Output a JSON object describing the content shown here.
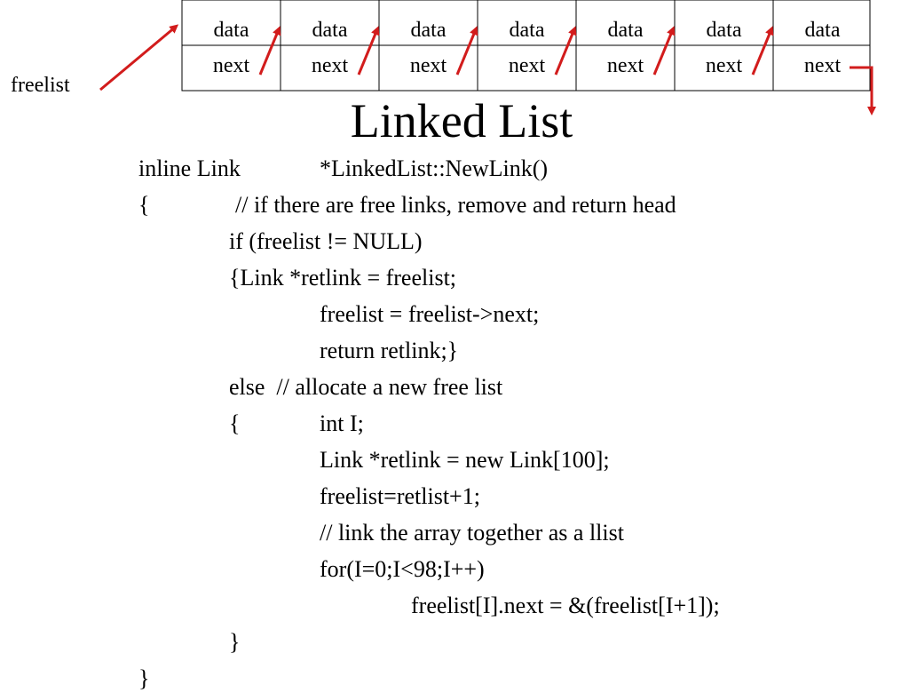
{
  "freelist_label": "freelist",
  "nodes": [
    {
      "data": "data",
      "next": "next"
    },
    {
      "data": "data",
      "next": "next"
    },
    {
      "data": "data",
      "next": "next"
    },
    {
      "data": "data",
      "next": "next"
    },
    {
      "data": "data",
      "next": "next"
    },
    {
      "data": "data",
      "next": "next"
    },
    {
      "data": "data",
      "next": "next"
    }
  ],
  "title": "Linked List",
  "code": [
    {
      "text": "inline Link"
    },
    {
      "text": "*LinkedList::NewLink()"
    },
    {
      "text": "{"
    },
    {
      "text": "// if there are free links, remove and return head"
    },
    {
      "text": "if (freelist != NULL)"
    },
    {
      "text": "{Link *retlink = freelist;"
    },
    {
      "text": "freelist = freelist->next;"
    },
    {
      "text": "return retlink;}"
    },
    {
      "text": "else  // allocate a new free list"
    },
    {
      "text": "{"
    },
    {
      "text": "int I;"
    },
    {
      "text": "Link *retlink = new Link[100];"
    },
    {
      "text": "freelist=retlist+1;"
    },
    {
      "text": "// link the array together as a llist"
    },
    {
      "text": "for(I=0;I<98;I++)"
    },
    {
      "text": "freelist[I].next = &(freelist[I+1]);"
    },
    {
      "text": "}"
    },
    {
      "text": "}"
    }
  ],
  "colors": {
    "arrow": "#d21c1c",
    "border": "#000000",
    "text": "#000000",
    "background": "#ffffff"
  }
}
